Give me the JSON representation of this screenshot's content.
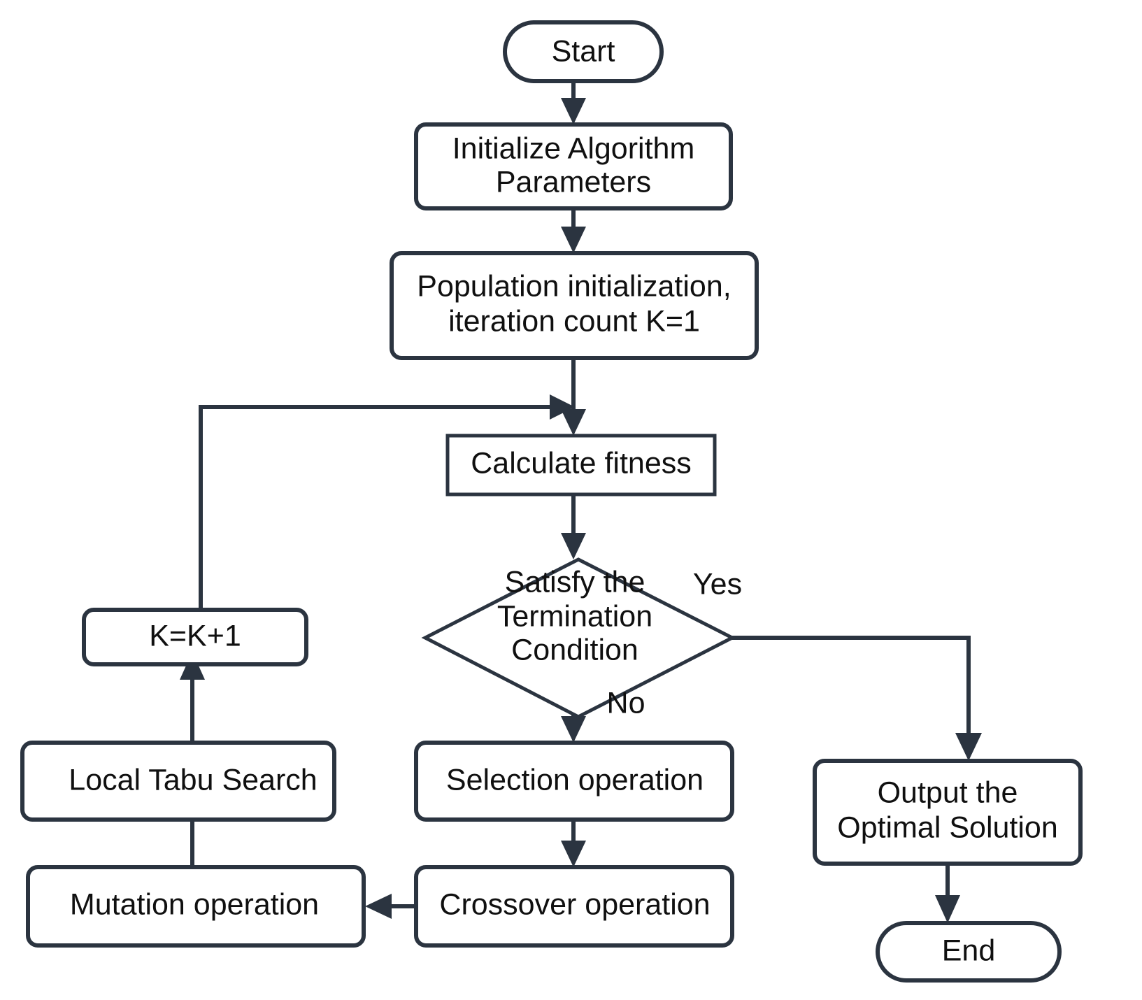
{
  "diagram": {
    "title": "Genetic Algorithm with Local Tabu Search Flowchart",
    "colors": {
      "stroke": "#2b3440",
      "text": "#101010",
      "background": "#ffffff"
    },
    "nodes": {
      "start": {
        "label": "Start",
        "shape": "terminator"
      },
      "init_params": {
        "line1": "Initialize Algorithm",
        "line2": "Parameters",
        "shape": "process"
      },
      "population_init": {
        "line1": "Population initialization,",
        "line2": "iteration count K=1",
        "shape": "process"
      },
      "calculate_fitness": {
        "label": "Calculate fitness",
        "shape": "process-sharp"
      },
      "termination": {
        "line1": "Satisfy the",
        "line2": "Termination",
        "line3": "Condition",
        "shape": "decision"
      },
      "selection": {
        "label": "Selection operation",
        "shape": "process"
      },
      "crossover": {
        "label": "Crossover operation",
        "shape": "process"
      },
      "mutation": {
        "label": "Mutation operation",
        "shape": "process"
      },
      "local_tabu": {
        "label": "Local Tabu Search",
        "shape": "process"
      },
      "increment_k": {
        "label": "K=K+1",
        "shape": "process"
      },
      "output_solution": {
        "line1": "Output the",
        "line2": "Optimal Solution",
        "shape": "process"
      },
      "end": {
        "label": "End",
        "shape": "terminator"
      }
    },
    "edge_labels": {
      "yes": "Yes",
      "no": "No"
    }
  }
}
